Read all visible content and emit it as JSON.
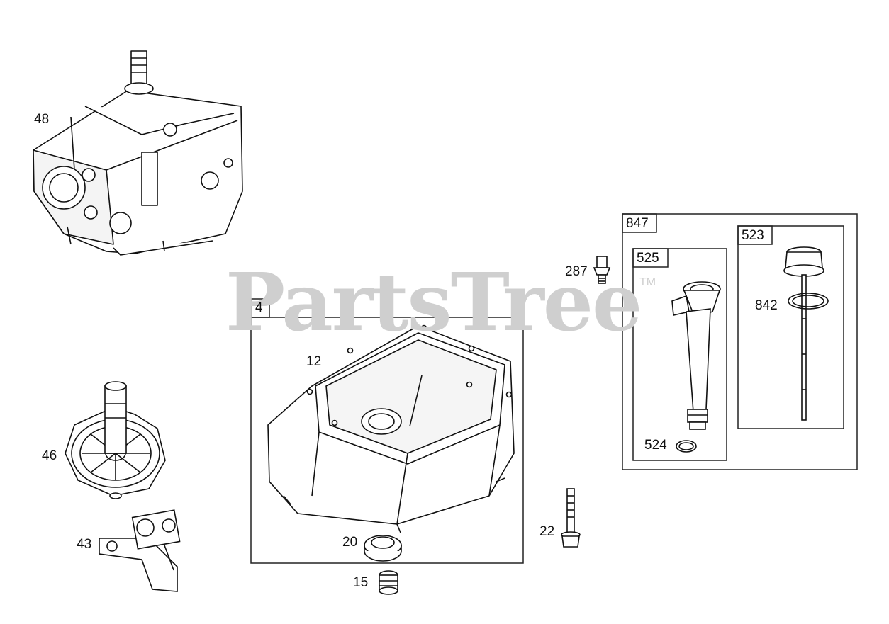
{
  "watermark": {
    "brand": "PartsTree",
    "trademark": "TM"
  },
  "boxes": {
    "b4": "4",
    "b847": "847",
    "b525": "525",
    "b523": "523"
  },
  "callouts": {
    "p48": "48",
    "p46": "46",
    "p43": "43",
    "p12": "12",
    "p20": "20",
    "p15": "15",
    "p287": "287",
    "p22": "22",
    "p524": "524",
    "p842": "842"
  }
}
